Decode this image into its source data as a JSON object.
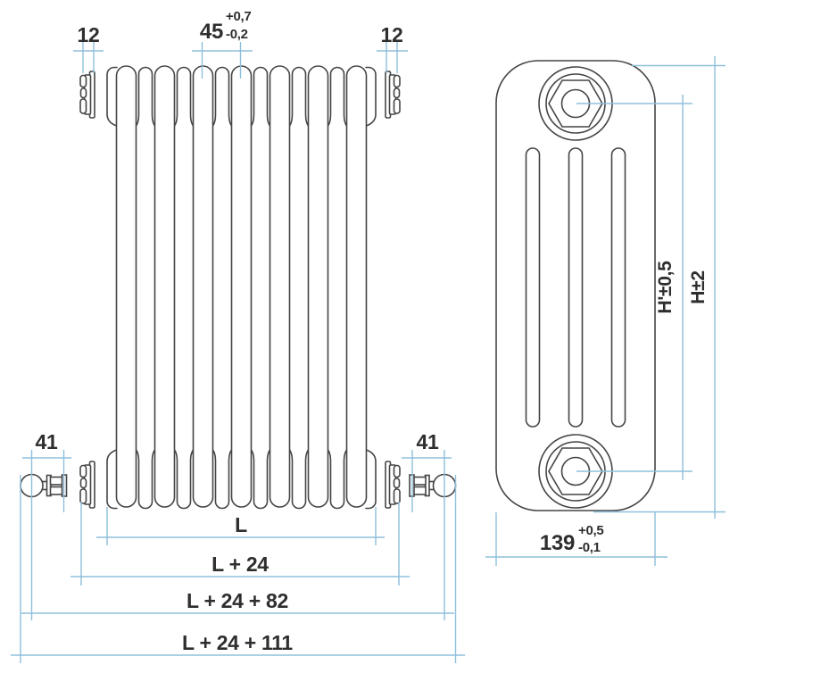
{
  "front_view": {
    "bushing_left_dim": "12",
    "section_pitch": {
      "value": "45",
      "tol_plus": "+0,7",
      "tol_minus": "-0,2"
    },
    "bushing_right_dim": "12",
    "valve_left_dim": "41",
    "valve_right_dim": "41",
    "length_dim": "L",
    "length_with_bushings_dim": "L + 24",
    "length_with_valves_dim": "L + 24 + 82",
    "length_overall_dim": "L + 24 + 111"
  },
  "side_view": {
    "hub_height_dim": "H'±0,5",
    "overall_height_dim": "H±2",
    "depth": {
      "value": "139",
      "tol_plus": "+0,5",
      "tol_minus": "-0,1"
    }
  },
  "colors": {
    "outline": "#454545",
    "dimension_line": "#8fbfdc",
    "label_text": "#2e2e2e"
  }
}
